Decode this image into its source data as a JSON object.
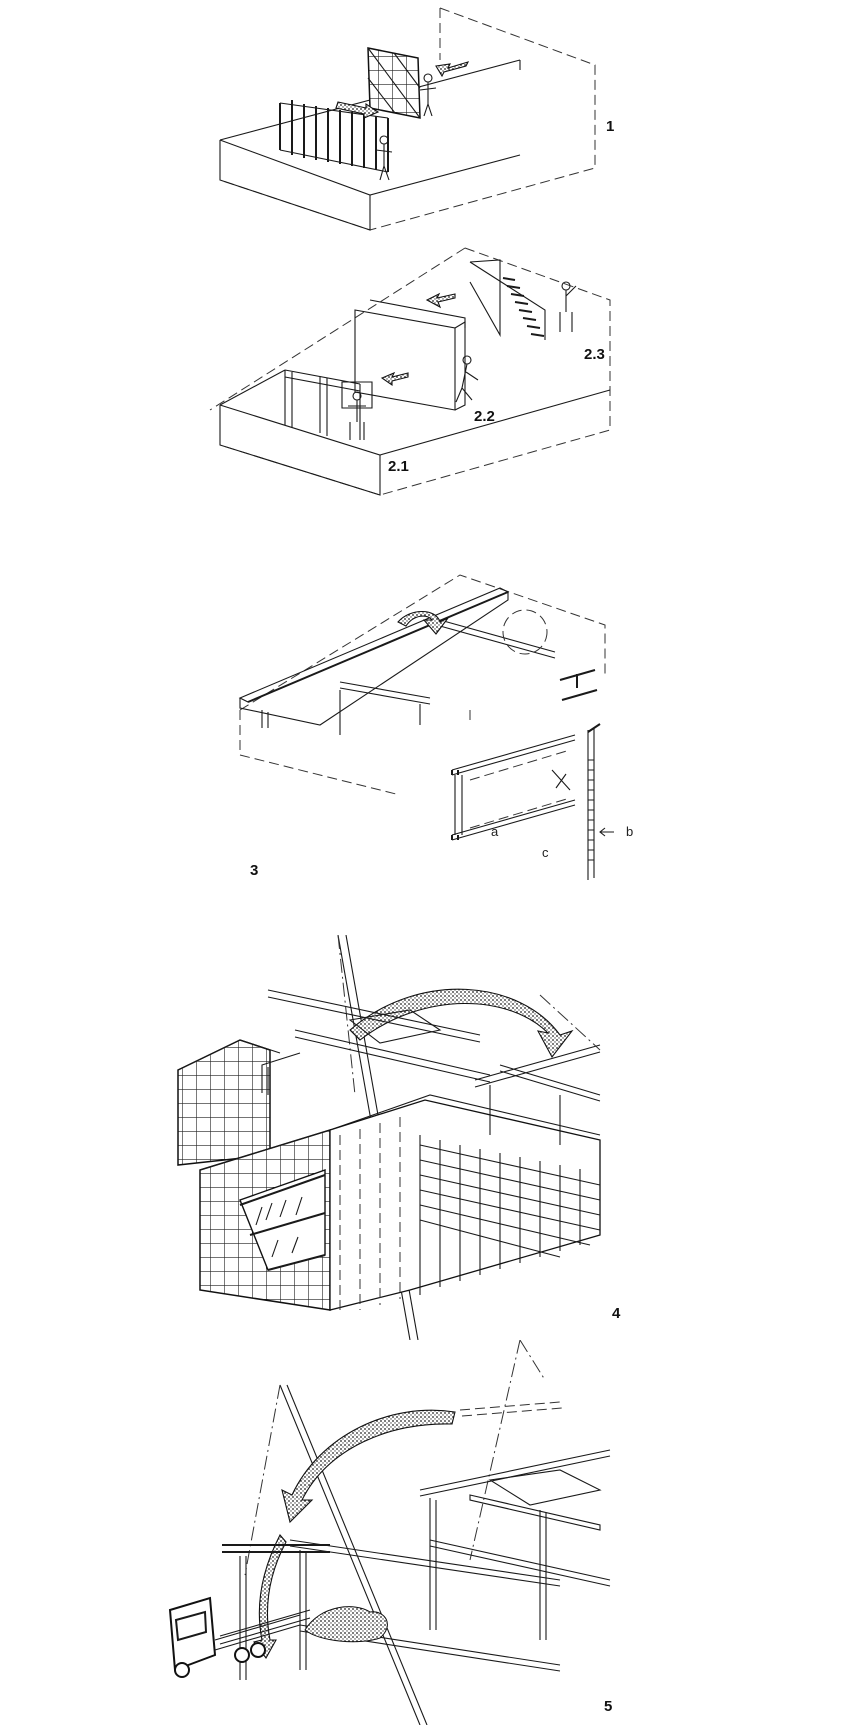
{
  "figure": {
    "panels": [
      {
        "id": "panel-1",
        "label": "1"
      },
      {
        "id": "panel-2",
        "labels": [
          "2.1",
          "2.2",
          "2.3"
        ]
      },
      {
        "id": "panel-3",
        "label": "3",
        "detail_labels": [
          "a",
          "b",
          "c"
        ]
      },
      {
        "id": "panel-4",
        "label": "4"
      },
      {
        "id": "panel-5",
        "label": "5"
      }
    ]
  },
  "colors": {
    "ink": "#1a1a1a",
    "paper": "#ffffff"
  },
  "icons": [
    "arrow-icon",
    "person-icon",
    "crane-icon",
    "truck-icon"
  ]
}
